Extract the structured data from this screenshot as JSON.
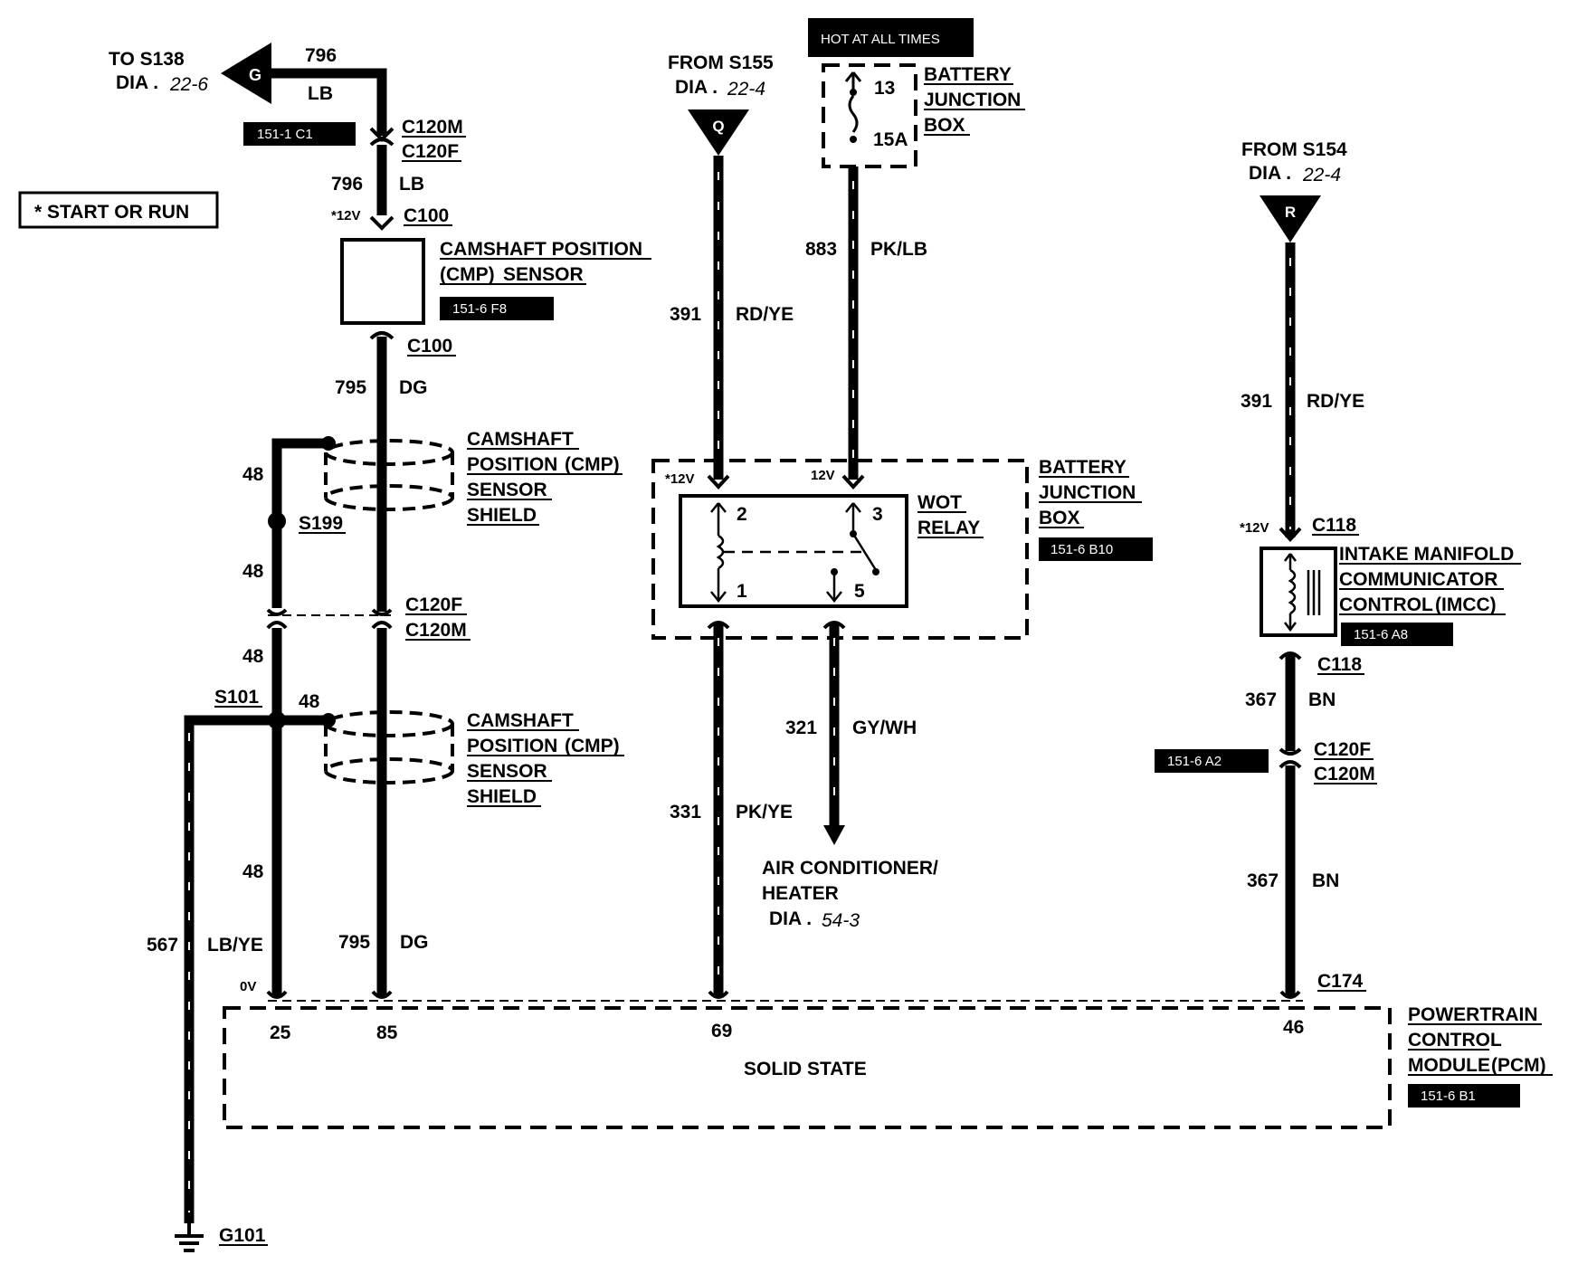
{
  "notes": {
    "start_or_run": "* START OR RUN",
    "hot_at_all_times": "HOT AT ALL TIMES"
  },
  "offpage": {
    "left": {
      "to": "TO S138",
      "dia": "DIA .",
      "dia_ref": "22-6",
      "letter": "G"
    },
    "mid": {
      "from": "FROM S155",
      "dia": "DIA .",
      "dia_ref": "22-4",
      "letter": "Q"
    },
    "right": {
      "from": "FROM S154",
      "dia": "DIA .",
      "dia_ref": "22-4",
      "letter": "R"
    }
  },
  "wires": {
    "w796_top": {
      "num": "796",
      "color": "LB"
    },
    "w796_mid": {
      "num": "796",
      "color": "LB"
    },
    "w795_top": {
      "num": "795",
      "color": "DG"
    },
    "w795_bot": {
      "num": "795",
      "color": "DG"
    },
    "w48_a": {
      "num": "48"
    },
    "w48_b": {
      "num": "48"
    },
    "w48_c": {
      "num": "48"
    },
    "w48_d": {
      "num": "48"
    },
    "w48_e": {
      "num": "48"
    },
    "w567": {
      "num": "567",
      "color": "LB/YE"
    },
    "w391_left": {
      "num": "391",
      "color": "RD/YE"
    },
    "w883": {
      "num": "883",
      "color": "PK/LB"
    },
    "w331": {
      "num": "331",
      "color": "PK/YE"
    },
    "w321": {
      "num": "321",
      "color": "GY/WH"
    },
    "w391_right": {
      "num": "391",
      "color": "RD/YE"
    },
    "w367_top": {
      "num": "367",
      "color": "BN"
    },
    "w367_bot": {
      "num": "367",
      "color": "BN"
    }
  },
  "connectors": {
    "c120m_top": "C120M",
    "c120f_top": "C120F",
    "c100_top": "C100",
    "c100_bot": "C100",
    "c120f_mid": "C120F",
    "c120m_mid": "C120M",
    "c118_top": "C118",
    "c118_bot": "C118",
    "c120f_right": "C120F",
    "c120m_right": "C120M",
    "c174": "C174"
  },
  "splices": {
    "s199": "S199",
    "s101": "S101",
    "g101": "G101"
  },
  "voltages": {
    "v12_cmp": "*12V",
    "v12_relay_left": "*12V",
    "v12_relay_right": "12V",
    "v12_imcc": "*12V",
    "v0": "0V"
  },
  "components": {
    "cmp_sensor": {
      "line1": "CAMSHAFT POSITION",
      "line2a": "(CMP)",
      "line2b": "SENSOR",
      "ref": "151-6 F8"
    },
    "shield_upper": {
      "line1": "CAMSHAFT",
      "line2a": "POSITION",
      "line2b": "(CMP)",
      "line3": "SENSOR",
      "line4": "SHIELD"
    },
    "shield_lower": {
      "line1": "CAMSHAFT",
      "line2a": "POSITION",
      "line2b": "(CMP)",
      "line3": "SENSOR",
      "line4": "SHIELD"
    },
    "fuse_box": {
      "line1": "BATTERY",
      "line2": "JUNCTION",
      "line3": "BOX",
      "fuse_num": "13",
      "fuse_amp": "15A"
    },
    "relay_box": {
      "line1": "BATTERY",
      "line2": "JUNCTION",
      "line3": "BOX",
      "ref": "151-6 B10"
    },
    "wot_relay": {
      "line1": "WOT",
      "line2": "RELAY",
      "pin1": "1",
      "pin2": "2",
      "pin3": "3",
      "pin5": "5"
    },
    "imcc": {
      "line1": "INTAKE MANIFOLD",
      "line2": "COMMUNICATOR",
      "line3a": "CONTROL",
      "line3b": "(IMCC)",
      "ref": "151-6 A8"
    },
    "pcm": {
      "line1": "POWERTRAIN",
      "line2": "CONTROL",
      "line3a": "MODULE",
      "line3b": "(PCM)",
      "ref": "151-6 B1",
      "body": "SOLID STATE"
    },
    "ac_heater": {
      "line1": "AIR CONDITIONER/",
      "line2": "HEATER",
      "dia": "DIA .",
      "dia_ref": "54-3"
    }
  },
  "ref_tags": {
    "tag_151_1_c1": "151-1 C1",
    "tag_151_6_a2": "151-6 A2"
  },
  "pcm_pins": {
    "p25": "25",
    "p85": "85",
    "p69": "69",
    "p46": "46"
  }
}
